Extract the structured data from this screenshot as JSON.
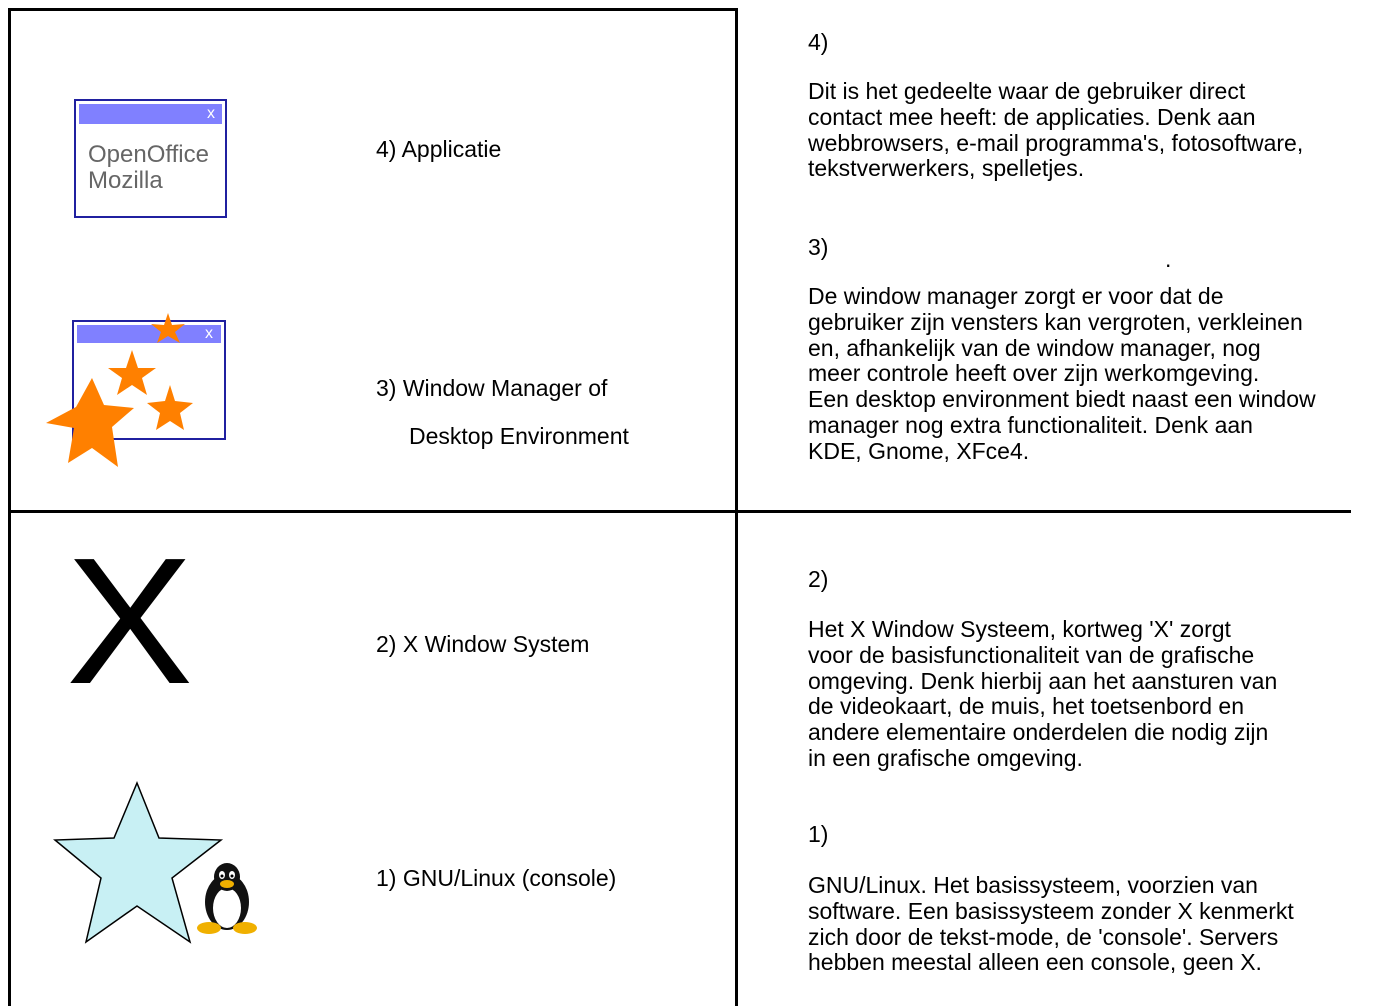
{
  "layers": [
    {
      "label": "4) Applicatie",
      "number": "4)",
      "description": "Dit is het gedeelte waar de gebruiker direct\ncontact mee heeft: de applicaties. Denk aan\nwebbrowsers, e-mail programma's, fotosoftware,\ntekstverwerkers, spelletjes.",
      "icon_window": {
        "close_glyph": "x",
        "lines": [
          "OpenOffice",
          "Mozilla"
        ]
      }
    },
    {
      "label_line1": "3) Window Manager of",
      "label_line2": "Desktop Environment",
      "number": "3)",
      "stray_mark": ".",
      "description": "De window manager zorgt er voor dat de\ngebruiker zijn vensters kan vergroten, verkleinen\nen, afhankelijk van de window manager, nog\nmeer controle heeft over zijn werkomgeving.\nEen desktop environment biedt naast een window\nmanager nog extra functionaliteit. Denk aan\nKDE, Gnome, XFce4.",
      "icon_window": {
        "close_glyph": "x"
      }
    },
    {
      "label": "2) X Window System",
      "number": "2)",
      "description": "Het X Window Systeem, kortweg 'X' zorgt\nvoor de basisfunctionaliteit van de grafische\nomgeving. Denk hierbij aan het aansturen van\nde videokaart, de muis, het toetsenbord en\nandere elementaire onderdelen die nodig zijn\nin een grafische omgeving.",
      "icon_glyph": "X"
    },
    {
      "label": "1) GNU/Linux (console)",
      "number": "1)",
      "description": "GNU/Linux. Het basissysteem, voorzien van\nsoftware. Een basissysteem zonder X kenmerkt\nzich door de tekst-mode, de 'console'. Servers\nhebben meestal alleen een console, geen X."
    }
  ],
  "colors": {
    "window_titlebar": "#8080ff",
    "window_border": "#2020a0",
    "star_orange": "#ff8000",
    "star_lightblue": "#c8f0f4",
    "window_text": "#666666"
  }
}
